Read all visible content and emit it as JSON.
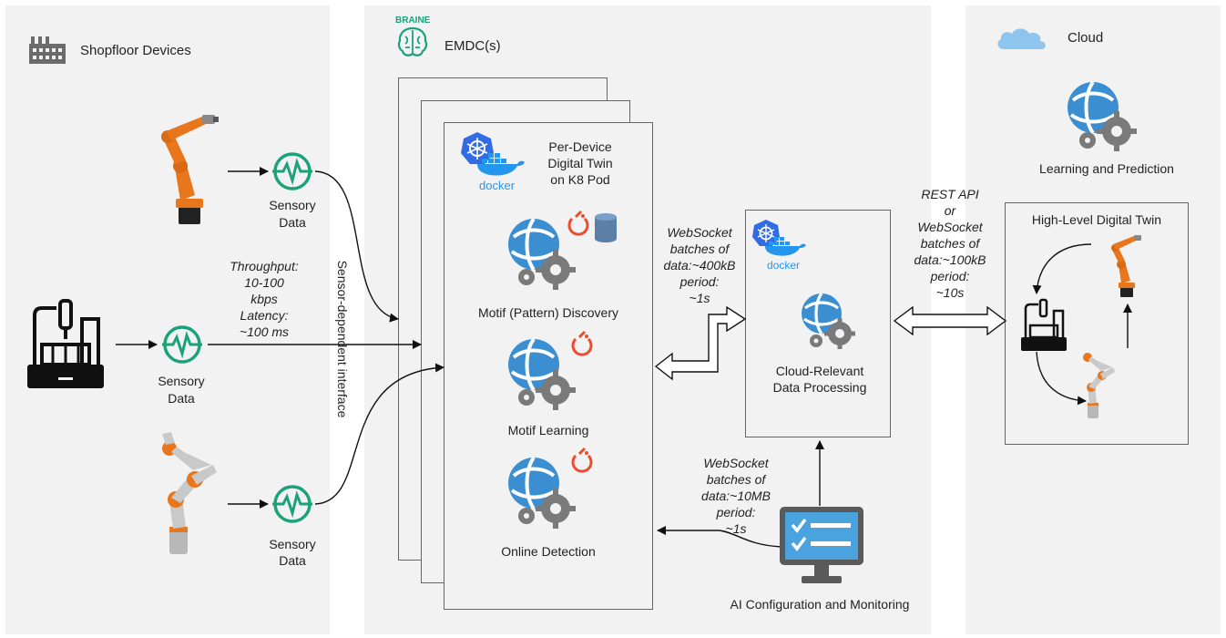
{
  "zones": {
    "shopfloor_title": "Shopfloor Devices",
    "braine_label": "BRAINE",
    "emdc_title": "EMDC(s)",
    "cloud_title": "Cloud"
  },
  "emdc": {
    "pod_title": [
      "Per-Device",
      "Digital Twin",
      "on K8 Pod"
    ],
    "docker_label": "docker",
    "motif_discovery": "Motif (Pattern) Discovery",
    "motif_learning": "Motif Learning",
    "online_detection": "Online Detection"
  },
  "sensors": {
    "label_line1": "Sensory",
    "label_line2": "Data"
  },
  "interface": {
    "vertical_label": "Sensor-dependent interface",
    "throughput": [
      "Throughput:",
      "10-100",
      "kbps",
      "Latency:",
      "~100 ms"
    ]
  },
  "links": {
    "emdc_to_processing": [
      "WebSocket",
      "batches of",
      "data:~400kB",
      "period:",
      "~1s"
    ],
    "monitor_to_emdc": [
      "WebSocket",
      "batches of",
      "data:~10MB",
      "period:",
      "~1s"
    ],
    "processing_to_cloud": [
      "REST API",
      "or",
      "WebSocket",
      "batches of",
      "data:~100kB",
      "period:",
      "~10s"
    ]
  },
  "processing": {
    "docker_label": "docker",
    "label": [
      "Cloud-Relevant",
      "Data Processing"
    ]
  },
  "monitoring": {
    "label": "AI Configuration and Monitoring"
  },
  "cloud": {
    "learning_label": "Learning and Prediction",
    "hl_twin_title": "High-Level Digital Twin"
  },
  "colors": {
    "panel_bg": "#f2f2f2",
    "sensor_green": "#1aa37a",
    "robot_orange": "#e8761c",
    "azure_blue": "#3b8fd1",
    "k8s_blue": "#326ce5",
    "docker_blue": "#2496ed",
    "gear_gray": "#7a7a7a",
    "monitor_blue": "#4aa3df",
    "cloud_blue": "#8ec5ef"
  }
}
